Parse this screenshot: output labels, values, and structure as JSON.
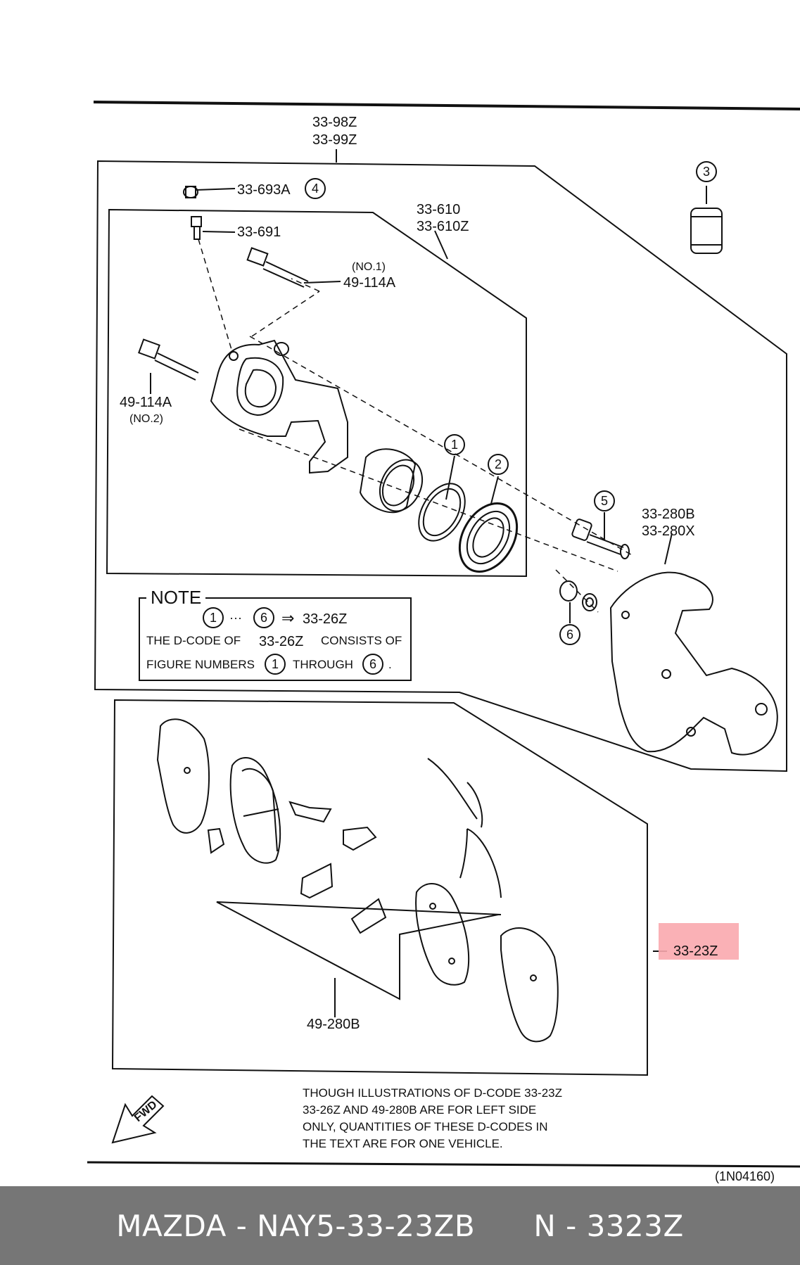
{
  "labels": {
    "caliper_assy_a": "33-98Z",
    "caliper_assy_b": "33-99Z",
    "bleeder_cap": "33-693A",
    "bleeder_screw": "33-691",
    "caliper_body_a": "33-610",
    "caliper_body_b": "33-610Z",
    "bolt_no1_note": "(NO.1)",
    "bolt_no1": "49-114A",
    "bolt_no2": "49-114A",
    "bolt_no2_note": "(NO.2)",
    "bracket_a": "33-280B",
    "bracket_b": "33-280X",
    "pad_set": "49-280B",
    "pad_kit": "33-23Z",
    "fig_1": "1",
    "fig_2": "2",
    "fig_3": "3",
    "fig_4": "4",
    "fig_5": "5",
    "fig_6": "6"
  },
  "note": {
    "title": "NOTE",
    "range_from": "1",
    "ellipsis": "···",
    "range_to": "6",
    "arrow": "⇒",
    "code": "33-26Z",
    "line2_a": "THE D-CODE OF",
    "line2_code": "33-26Z",
    "line2_b": "CONSISTS OF",
    "line3_a": "FIGURE NUMBERS",
    "line3_from": "1",
    "line3_mid": "THROUGH",
    "line3_to": "6",
    "line3_end": "."
  },
  "disclaimer": {
    "line1": "THOUGH  ILLUSTRATIONS  OF  D-CODE  33-23Z",
    "line2": "33-26Z      AND   49-280B  ARE FOR LEFT SIDE",
    "line3": "ONLY, QUANTITIES  OF  THESE  D-CODES  IN",
    "line4": "THE  TEXT  ARE  FOR  ONE  VEHICLE."
  },
  "fwd_label": "FWD",
  "diagram_code": "(1N04160)",
  "footer": {
    "brand_part": "MAZDA - NAY5-33-23ZB",
    "oem_code": "N - 3323Z"
  },
  "colors": {
    "highlight": "#f9a8ae",
    "footer_bg": "#767676",
    "line": "#111111"
  }
}
